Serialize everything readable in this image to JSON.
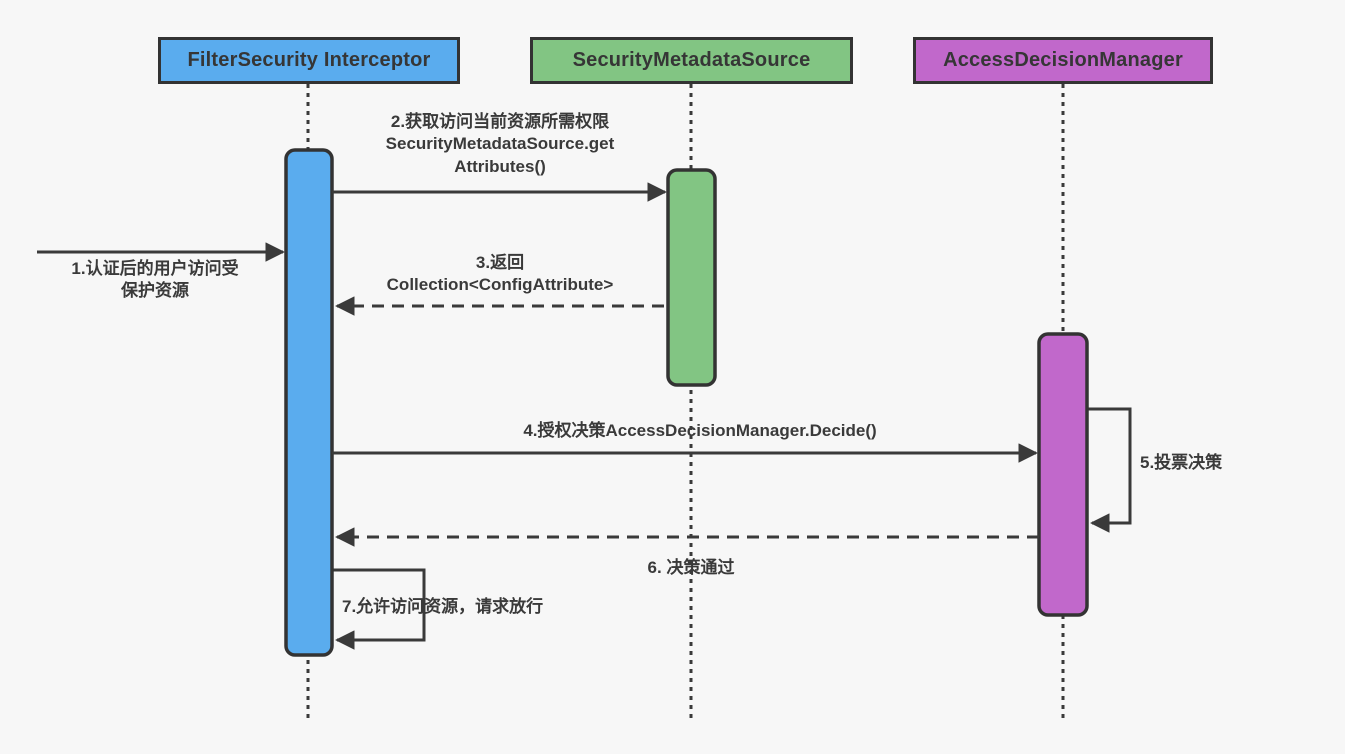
{
  "background_color": "#f7f7f7",
  "line_color": "#3a3a3a",
  "actors": [
    {
      "label": "FilterSecurity Interceptor",
      "color": "#5aacee"
    },
    {
      "label": "SecurityMetadataSource",
      "color": "#82c583"
    },
    {
      "label": "AccessDecisionManager",
      "color": "#c168cb"
    }
  ],
  "messages": [
    {
      "num": "1",
      "label": "1.认证后的用户访问受\n保护资源",
      "from": "external",
      "to": "FilterSecurity Interceptor",
      "style": "solid"
    },
    {
      "num": "2",
      "label": "2.获取访问当前资源所需权限\nSecurityMetadataSource.get\nAttributes()",
      "from": "FilterSecurity Interceptor",
      "to": "SecurityMetadataSource",
      "style": "solid"
    },
    {
      "num": "3",
      "label": "3.返回\nCollection<ConfigAttribute>",
      "from": "SecurityMetadataSource",
      "to": "FilterSecurity Interceptor",
      "style": "dashed"
    },
    {
      "num": "4",
      "label": "4.授权决策AccessDecisionManager.Decide()",
      "from": "FilterSecurity Interceptor",
      "to": "AccessDecisionManager",
      "style": "solid"
    },
    {
      "num": "5",
      "label": "5.投票决策",
      "from": "AccessDecisionManager",
      "to": "AccessDecisionManager",
      "style": "self"
    },
    {
      "num": "6",
      "label": "6. 决策通过",
      "from": "AccessDecisionManager",
      "to": "FilterSecurity Interceptor",
      "style": "dashed"
    },
    {
      "num": "7",
      "label": "7.允许访问资源，请求放行",
      "from": "FilterSecurity Interceptor",
      "to": "FilterSecurity Interceptor",
      "style": "self"
    }
  ]
}
